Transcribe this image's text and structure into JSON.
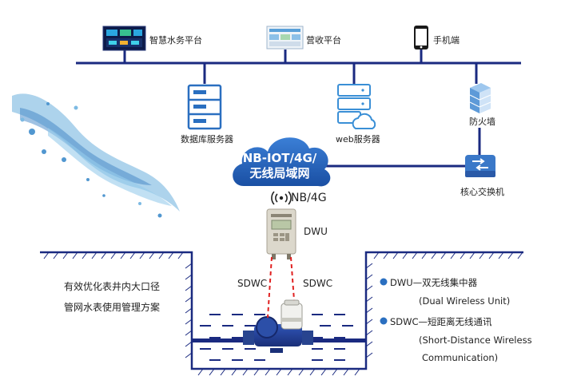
{
  "platforms": {
    "smart_water": "智慧水务平台",
    "billing": "营收平台",
    "mobile": "手机端"
  },
  "servers": {
    "database": "数据库服务器",
    "web": "web服务器",
    "firewall": "防火墙",
    "core_switch": "核心交换机"
  },
  "network": {
    "cloud_line1": "NB-IOT/4G/",
    "cloud_line2": "无线局域网",
    "signal_label": "NB/4G"
  },
  "device": {
    "dwu_label": "DWU",
    "sdwc_left": "SDWC",
    "sdwc_right": "SDWC"
  },
  "description": {
    "line1": "有效优化表井内大口径",
    "line2": "管网水表使用管理方案"
  },
  "legend": {
    "dwu_title": "DWU—双无线集中器",
    "dwu_en": "(Dual Wireless Unit)",
    "sdwc_title": "SDWC—短距离无线通讯",
    "sdwc_en1": "(Short-Distance Wireless",
    "sdwc_en2": "Communication)"
  },
  "colors": {
    "line": "#1a2a80",
    "accent_blue": "#2a6fc0",
    "cloud": "#1f5db5",
    "signal_link": "#e02020"
  }
}
